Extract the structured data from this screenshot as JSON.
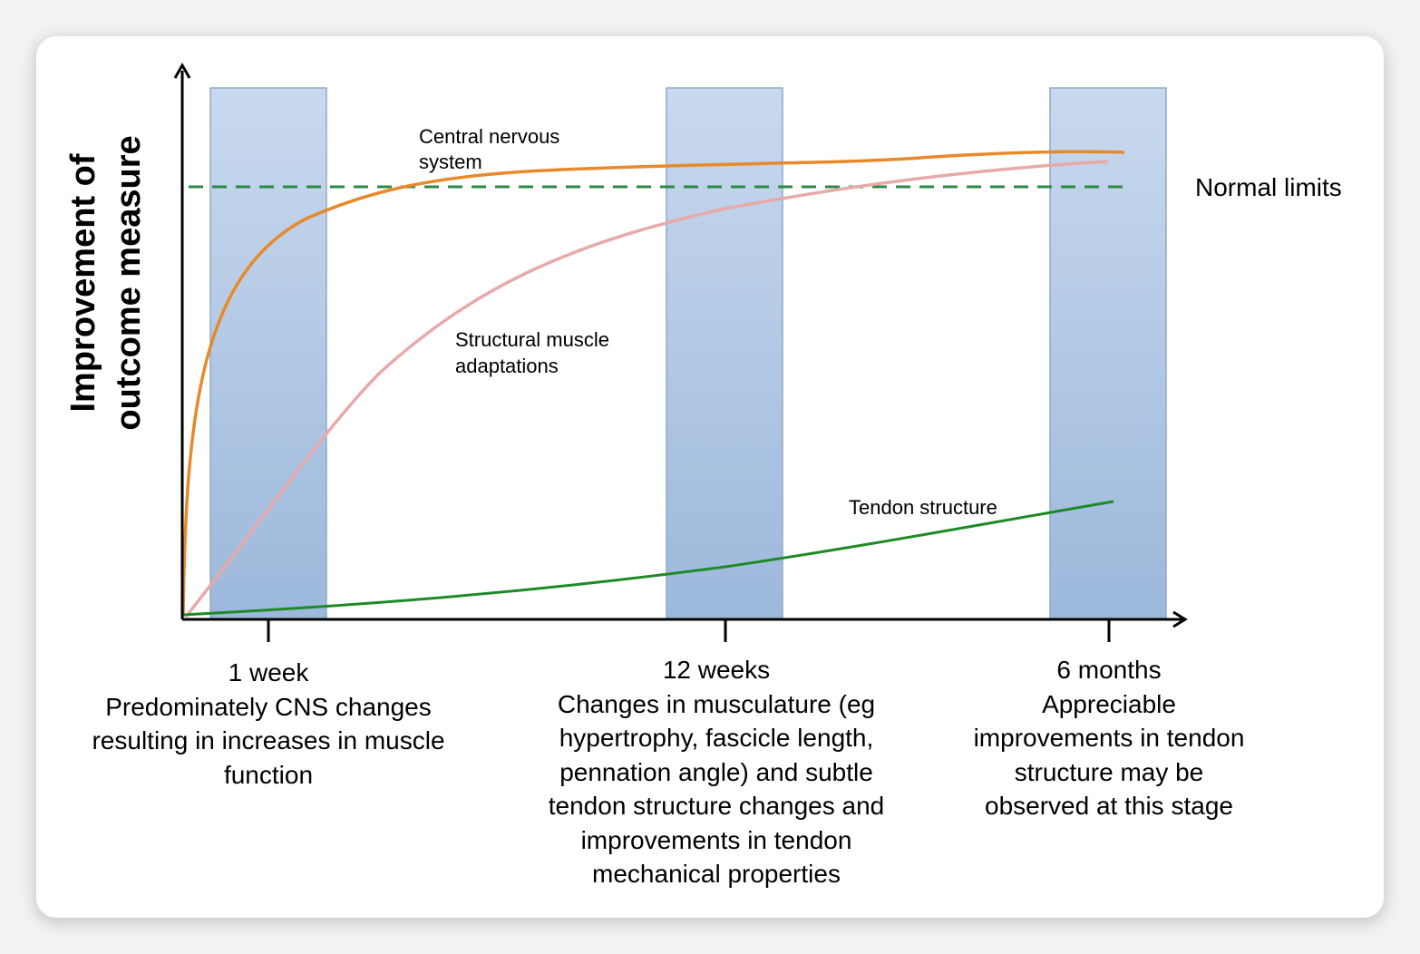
{
  "y_axis_label": [
    "Improvement of",
    "outcome measure"
  ],
  "normal_limits_label": "Normal limits",
  "curves": [
    {
      "name": "cns",
      "label": [
        "Central nervous",
        "system"
      ],
      "color": "#e8892a"
    },
    {
      "name": "muscle",
      "label": [
        "Structural muscle",
        "adaptations"
      ],
      "color": "#e8a9a9"
    },
    {
      "name": "tendon",
      "label": [
        "Tendon structure"
      ],
      "color": "#1e8a26"
    }
  ],
  "normal_limits_color": "#2a8a44",
  "band_color": "#a9c1e0",
  "timepoints": [
    {
      "tick": "1 week",
      "lines": [
        "Predominately CNS changes",
        "resulting in increases in muscle",
        "function"
      ]
    },
    {
      "tick": "12 weeks",
      "lines": [
        "Changes in musculature (eg",
        "hypertrophy, fascicle length,",
        "pennation angle) and subtle",
        "tendon structure changes and",
        "improvements in tendon",
        "mechanical properties"
      ]
    },
    {
      "tick": "6 months",
      "lines": [
        "Appreciable",
        "improvements in tendon",
        "structure may be",
        "observed at this stage"
      ]
    }
  ]
}
